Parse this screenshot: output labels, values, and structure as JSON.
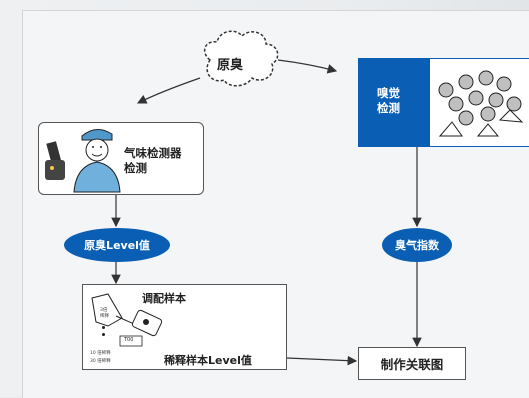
{
  "nodes": {
    "raw_odor": "原臭",
    "device": "气味检测器\n检测",
    "sensory": "嗅觉\n检测",
    "raw_level": "原臭Level值",
    "odor_index": "臭气指数",
    "prep_title": "调配样本",
    "dilution_title": "稀释样本Level值",
    "small_labels": [
      "3倍\n稀释",
      "10 倍稀释",
      "30 倍稀释"
    ],
    "device_display": "T00",
    "result": "制作关联图"
  },
  "colors": {
    "accent_blue": "#0a5fb4",
    "box_border": "#555555",
    "arrow": "#333333"
  },
  "icons": [
    "cloud-icon",
    "technician-icon",
    "people-group-icon",
    "sample-bag-icon",
    "odor-meter-icon"
  ]
}
